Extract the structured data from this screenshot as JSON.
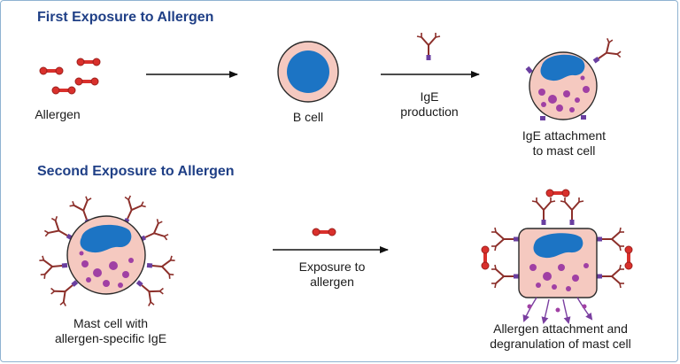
{
  "sections": {
    "first": "First Exposure to Allergen",
    "second": "Second Exposure to Allergen"
  },
  "labels": {
    "allergen": "Allergen",
    "b_cell": "B cell",
    "ige_line1": "IgE",
    "ige_line2": "production",
    "attach_line1": "IgE attachment",
    "attach_line2": "to mast cell",
    "mast_line1": "Mast cell with",
    "mast_line2": "allergen-specific IgE",
    "exposure_line1": "Exposure to",
    "exposure_line2": "allergen",
    "degran_line1": "Allergen attachment and",
    "degran_line2": "degranulation of mast cell"
  },
  "colors": {
    "heading": "#1f3f86",
    "cell_fill": "#f5c9c0",
    "nucleus": "#1c74c4",
    "granule": "#a040a4",
    "antibody": "#8c2f2a",
    "receptor": "#6a3fa0",
    "allergen": "#d9302c"
  }
}
